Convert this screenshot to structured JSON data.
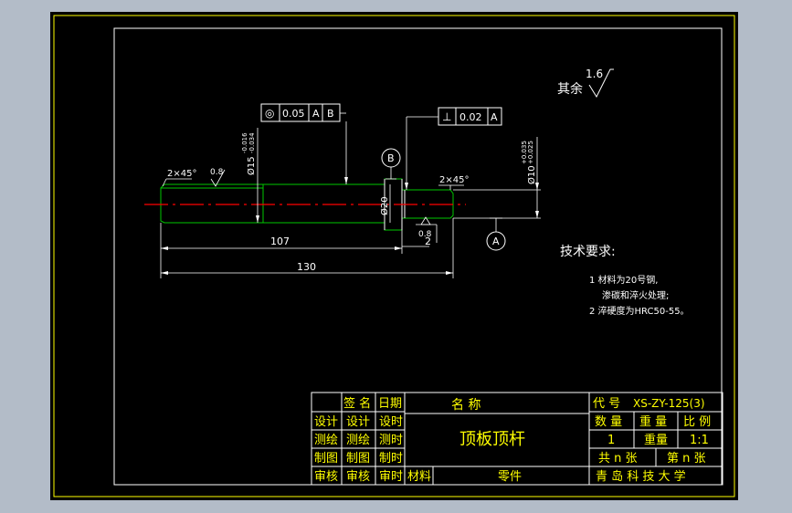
{
  "colors": {
    "background": "#b3bcc8",
    "sheet": "#000000",
    "border": "#ffff00",
    "lines": "#ffffff",
    "centerline": "#ff0000",
    "outline": "#00c800",
    "annot": "#ffff00"
  },
  "surface": {
    "prefix": "其余",
    "value": "1.6"
  },
  "tolerances": {
    "frame1": {
      "symbol": "◎",
      "value": "0.05",
      "ref1": "A",
      "ref2": "B"
    },
    "frame2": {
      "symbol": "⊥",
      "value": "0.02",
      "ref1": "A"
    }
  },
  "datums": {
    "b": "B",
    "a": "A"
  },
  "dims": {
    "dia15": "Ø15",
    "dia15_tol_upper": "-0.016",
    "dia15_tol_lower": "-0.034",
    "dia10": "Ø10",
    "dia10_tol_upper": "+0.035",
    "dia10_tol_lower": "+0.025",
    "dia20": "Ø20",
    "len107": "107",
    "len130": "130",
    "chamfer_left": "2×45°",
    "chamfer_right": "2×45°",
    "rough_left": "0.8",
    "rough_right": "0.8",
    "groove": "2"
  },
  "requirements": {
    "heading": "技术要求:",
    "line1": "1  材料为20号钢,",
    "line2": "渗碳和淬火处理;",
    "line3": "2  淬硬度为HRC50-55。"
  },
  "title_block": {
    "sign": "签  名",
    "date": "日期",
    "name_label": "名          称",
    "code_label": "代  号",
    "code_value": "XS-ZY-125(3)",
    "r1": "设计",
    "r1b": "设计",
    "r1c": "设时",
    "r2": "测绘",
    "r2b": "测绘",
    "r2c": "测时",
    "r3": "制图",
    "r3b": "制图",
    "r3c": "制时",
    "r4": "审核",
    "r4b": "审核",
    "r4c": "审时",
    "part_name": "顶板顶杆",
    "qty_label": "数  量",
    "weight_label": "重  量",
    "scale_label": "比  例",
    "qty_value": "1",
    "weight_value": "重量",
    "scale_value": "1:1",
    "sheets_total": "共 n 张",
    "sheet_no": "第 n 张",
    "material_label": "材料",
    "parts_label": "零件",
    "school": "青 岛 科 技 大 学"
  }
}
